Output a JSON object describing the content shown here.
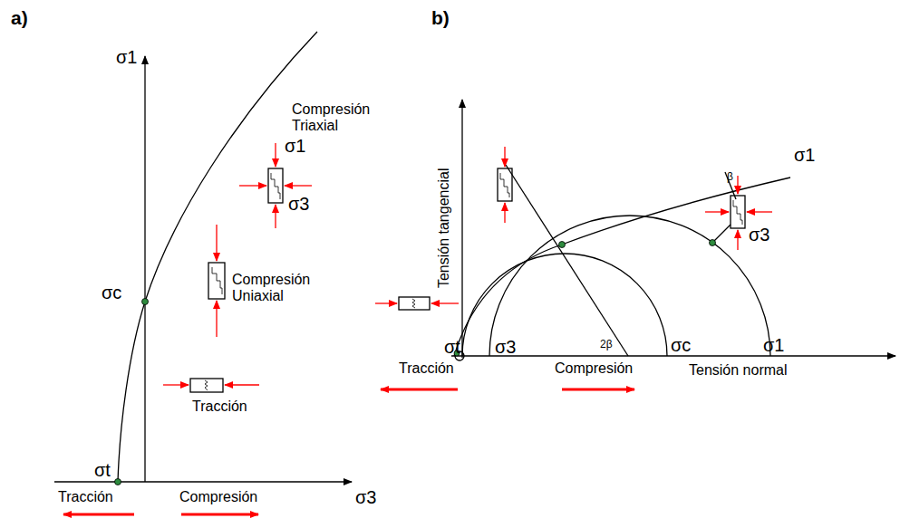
{
  "diagram": {
    "labels": [
      "a)",
      "σ1",
      "Compresión Triaxial",
      "σ1",
      "σ3",
      "Compresión Uniaxial",
      "σc",
      "Tracción",
      "σt",
      "Tracción",
      "Compresión",
      "σ3",
      "b)",
      "Tensión tangencial",
      "σ1",
      "β",
      "σ3",
      "σt",
      "σ3",
      "2β",
      "σc",
      "σ1",
      "Tracción",
      "Compresión",
      "Tensión normal"
    ]
  }
}
